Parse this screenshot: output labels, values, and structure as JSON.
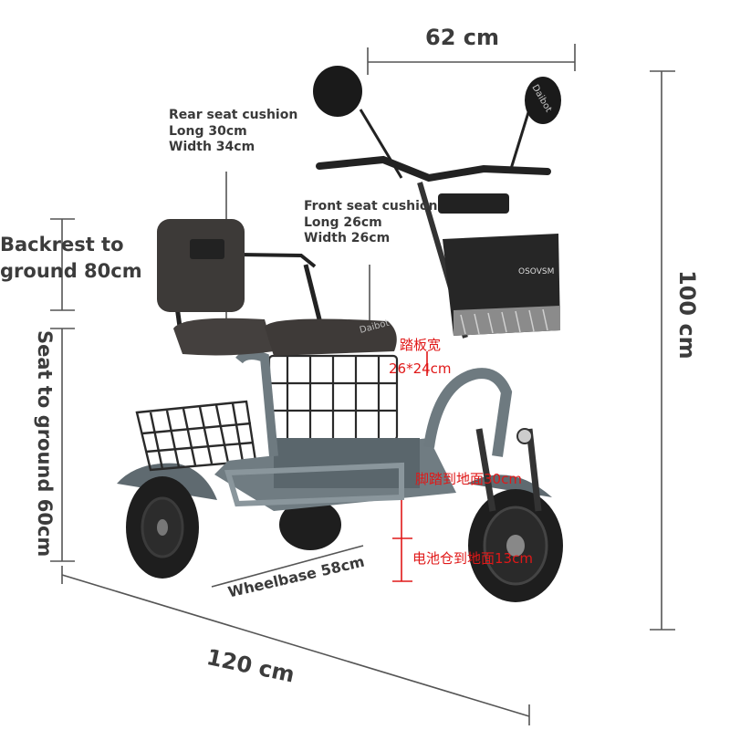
{
  "dimensions": {
    "width_top": "62 cm",
    "height_right": "100 cm",
    "length_bottom": "120 cm",
    "wheelbase": "Wheelbase 58cm"
  },
  "rear_seat": {
    "title": "Rear seat cushion",
    "long": "Long 30cm",
    "width": "Width 34cm"
  },
  "front_seat": {
    "title": "Front seat cushion",
    "long": "Long 26cm",
    "width": "Width 26cm"
  },
  "backrest": {
    "line1": "Backrest to",
    "line2": "ground 80cm"
  },
  "seat_ground": "Seat to ground 60cm",
  "chinese": {
    "pedal_width_title": "踏板宽",
    "pedal_width_value": "26*24cm",
    "pedal_to_ground": "脚踏到地面30cm",
    "battery_to_ground": "电池仓到地面13cm"
  },
  "basket_brand": "OSOVSM",
  "watermark": "Daibot",
  "colors": {
    "frame": "#6e7a80",
    "seat": "#3d3a38",
    "tire": "#1e1e1e",
    "label_red": "#e01818",
    "dim_line": "#555555"
  }
}
